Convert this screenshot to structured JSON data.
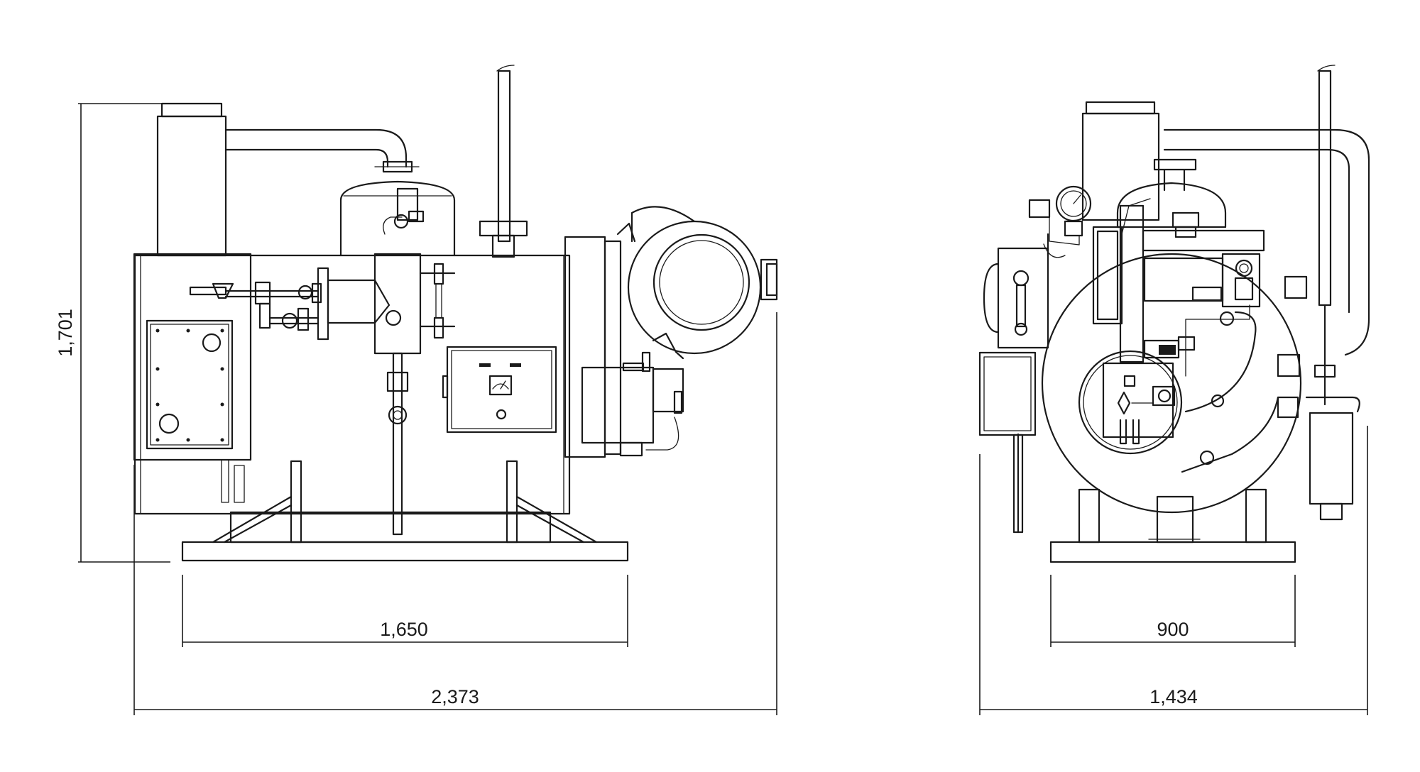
{
  "views": {
    "side": {
      "dimensions": {
        "height": "1,701",
        "base_length": "1,650",
        "overall_length": "2,373"
      }
    },
    "front": {
      "dimensions": {
        "base_width": "900",
        "overall_width": "1,434"
      }
    }
  }
}
